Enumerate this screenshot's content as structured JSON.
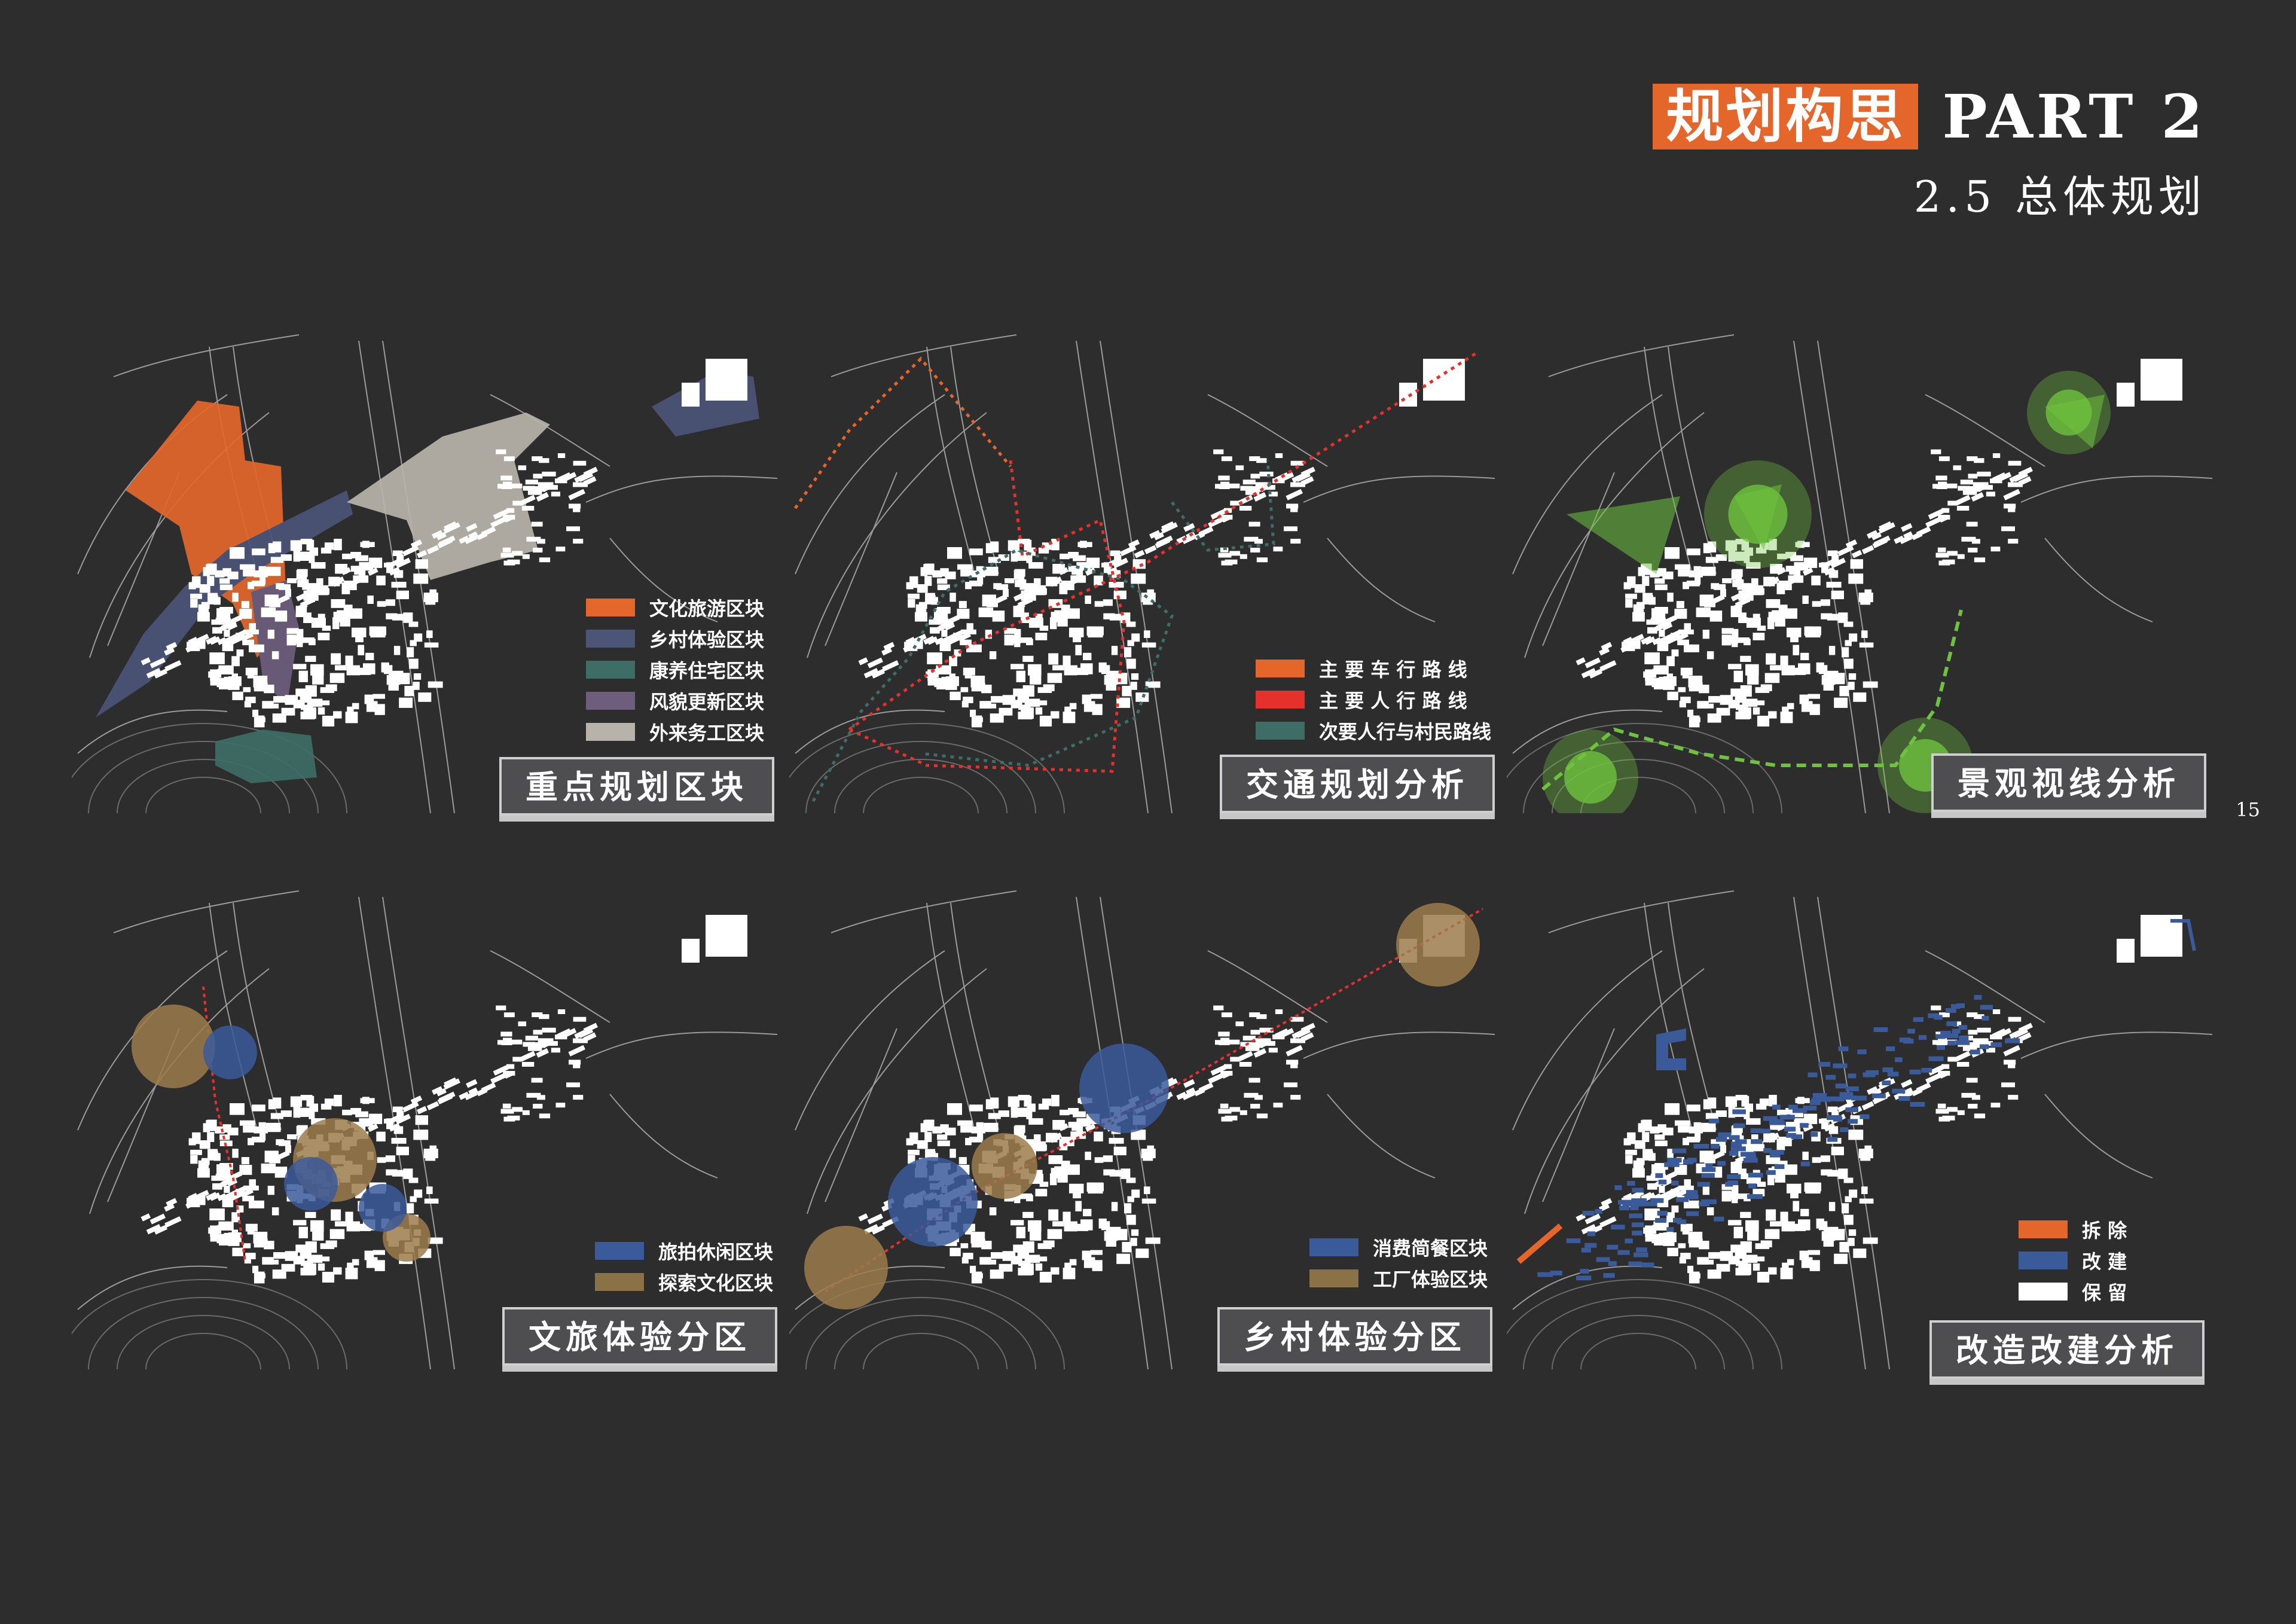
{
  "header": {
    "title_chip": "规划构思",
    "title_part": "PART 2",
    "subtitle": "2.5  总体规划"
  },
  "page_number": "15",
  "colors": {
    "background": "#2d2d2d",
    "orange": "#e4662b",
    "slate": "#4b5578",
    "teal": "#3e6d66",
    "purple": "#6e5d7d",
    "grey": "#b8b3aa",
    "red": "#e5312c",
    "green": "#6ec23f",
    "blue": "#3a5a9a",
    "tan": "#9c7b4c"
  },
  "panels": [
    {
      "label": "重点规划区块",
      "legend": [
        {
          "text": "文化旅游区块",
          "color": "#e4662b"
        },
        {
          "text": "乡村体验区块",
          "color": "#4b5578"
        },
        {
          "text": "康养住宅区块",
          "color": "#3e6d66"
        },
        {
          "text": "风貌更新区块",
          "color": "#6e5d7d"
        },
        {
          "text": "外来务工区块",
          "color": "#b8b3aa"
        }
      ]
    },
    {
      "label": "交通规划分析",
      "legend": [
        {
          "text": "主 要 车 行 路 线",
          "color": "#e4662b"
        },
        {
          "text": "主 要 人 行 路 线",
          "color": "#e5312c"
        },
        {
          "text": "次要人行与村民路线",
          "color": "#3e6d66"
        }
      ]
    },
    {
      "label": "景观视线分析",
      "legend": []
    },
    {
      "label": "文旅体验分区",
      "legend": [
        {
          "text": "旅拍休闲区块",
          "color": "#3a5a9a"
        },
        {
          "text": "探索文化区块",
          "color": "#8a7246"
        }
      ]
    },
    {
      "label": "乡村体验分区",
      "legend": [
        {
          "text": "消费简餐区块",
          "color": "#3a5a9a"
        },
        {
          "text": "工厂体验区块",
          "color": "#8a7246"
        }
      ]
    },
    {
      "label": "改造改建分析",
      "legend": [
        {
          "text": "拆          除",
          "color": "#e4662b"
        },
        {
          "text": "改          建",
          "color": "#3a5a9a"
        },
        {
          "text": "保          留",
          "color": "#ffffff"
        }
      ]
    }
  ]
}
